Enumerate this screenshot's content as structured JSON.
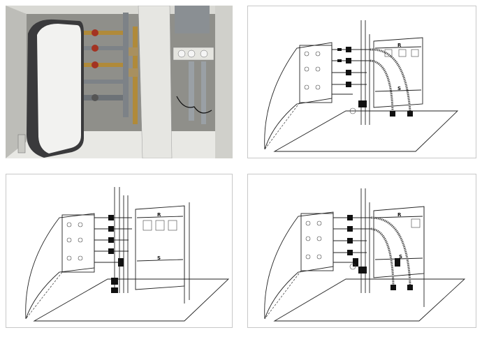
{
  "panels": {
    "photo": {
      "name": "photo-boiler-installation"
    },
    "view_a": {
      "name": "diagram-flexible-hose-routing",
      "label_r": "R",
      "label_s": "S"
    },
    "view_b": {
      "name": "diagram-rigid-pipe-routing",
      "label_r": "R",
      "label_s": "S"
    },
    "view_c": {
      "name": "diagram-combined-routing",
      "label_r": "R",
      "label_s": "S"
    }
  },
  "colors": {
    "line": "#222222",
    "fill_black": "#111111",
    "panel_border": "#c8c8c8",
    "cabinet_white": "#f2f2f0",
    "wall_grey": "#9c9c98",
    "pipe_grey": "#7d8287",
    "brass": "#b08a3a",
    "valve_red": "#a33322"
  }
}
